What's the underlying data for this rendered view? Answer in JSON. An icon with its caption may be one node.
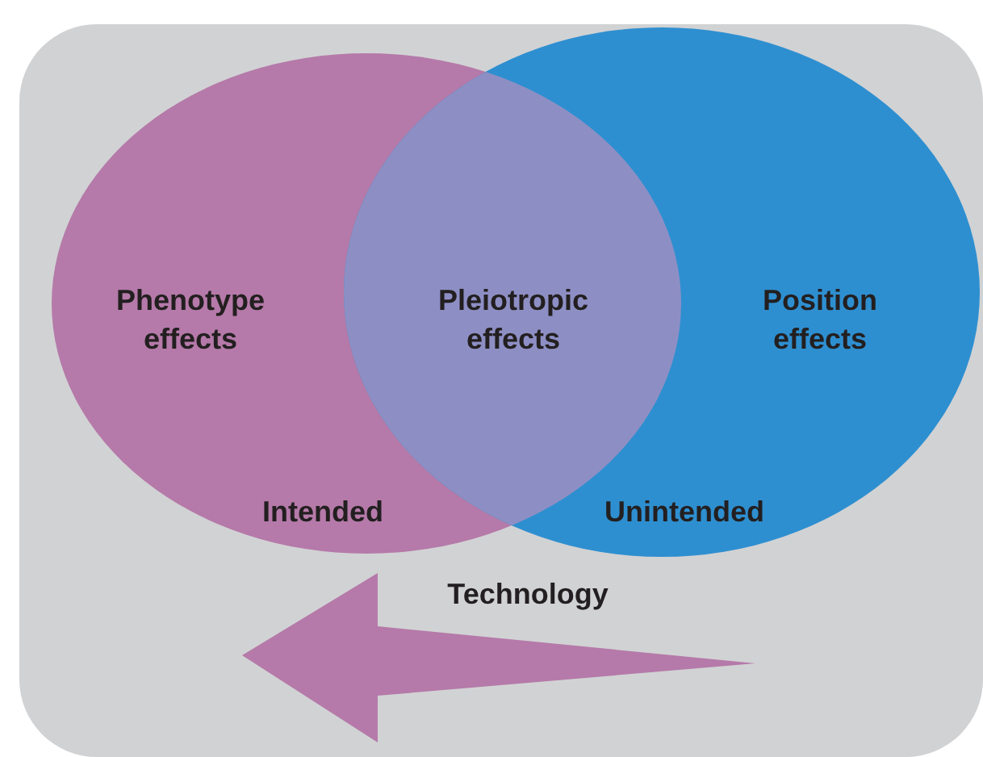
{
  "diagram": {
    "nodes": [
      {
        "text": [
          "Phenotype effects",
          "Intended"
        ]
      },
      {
        "text": [
          "Position effects",
          "Unintended"
        ]
      }
    ],
    "labels": [
      "Pleiotropic effects",
      "Technology"
    ]
  }
}
